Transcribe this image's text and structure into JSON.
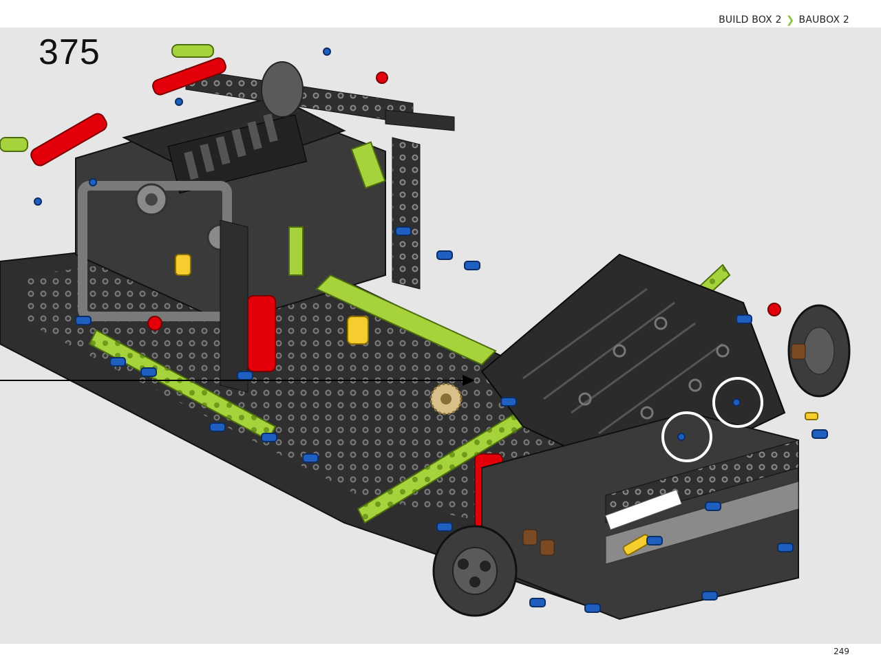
{
  "header": {
    "breadcrumb": [
      "BUILD BOX 2",
      "BAUBOX 2"
    ],
    "separator_icon": "chevron-right-icon"
  },
  "step": {
    "number": "375"
  },
  "footer": {
    "page_number": "249"
  },
  "colors": {
    "background": "#e6e6e6",
    "accent_lime": "#8cc63f",
    "brick_black": "#2b2b2b",
    "brick_red": "#e3000b",
    "brick_blue": "#1f5fbf",
    "callout_circle": "#ffffff"
  }
}
